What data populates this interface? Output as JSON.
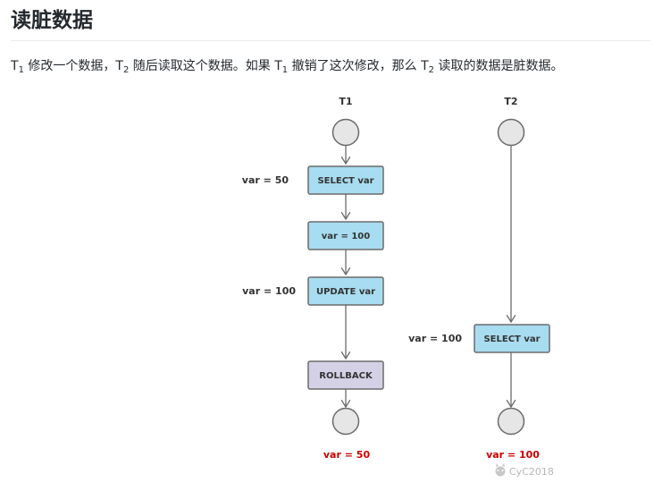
{
  "heading": "读脏数据",
  "description": {
    "t1": "T",
    "t1_sub": "1",
    "p1": " 修改一个数据，",
    "t2": "T",
    "t2_sub": "2",
    "p2": " 随后读取这个数据。如果 ",
    "t1b": "T",
    "t1b_sub": "1",
    "p3": " 撤销了这次修改，那么 ",
    "t2b": "T",
    "t2b_sub": "2",
    "p4": " 读取的数据是脏数据。"
  },
  "diagram": {
    "lanes": {
      "t1": "T1",
      "t2": "T2"
    },
    "t1_steps": {
      "select": "SELECT var",
      "assign": "var = 100",
      "update": "UPDATE var",
      "rollback": "ROLLBACK"
    },
    "t2_steps": {
      "select": "SELECT var"
    },
    "side_labels": {
      "t1_select": "var = 50",
      "t1_update": "var = 100",
      "t2_select": "var = 100"
    },
    "results": {
      "t1": "var = 50",
      "t2": "var = 100"
    },
    "colors": {
      "box_blue": "#a8dcf0",
      "box_purple": "#d4d0e6",
      "circle_fill": "#e6e6e6",
      "stroke": "#6b6b6b",
      "result": "#cc0000"
    }
  },
  "watermark": "CyC2018"
}
